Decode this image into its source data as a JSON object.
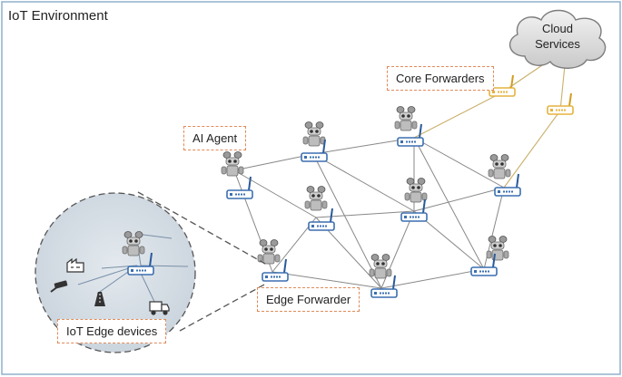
{
  "frame": {
    "title": "IoT Environment"
  },
  "cloud": {
    "line1": "Cloud",
    "line2": "Services"
  },
  "labels": {
    "core_forwarders": "Core Forwarders",
    "ai_agent": "AI Agent",
    "edge_forwarder": "Edge Forwarder",
    "iot_edge_devices": "IoT Edge devices"
  },
  "colors": {
    "frame_border": "#8fb0cc",
    "link_line": "#888888",
    "core_router": "#e6b33e",
    "edge_router": "#3b6fb0",
    "callout_border": "#e08a5a",
    "zoom_fill": "#d5dde5"
  },
  "icons": [
    "cloud-icon",
    "robot-icon",
    "router-icon",
    "factory-icon",
    "cctv-camera-icon",
    "road-icon",
    "truck-icon"
  ]
}
